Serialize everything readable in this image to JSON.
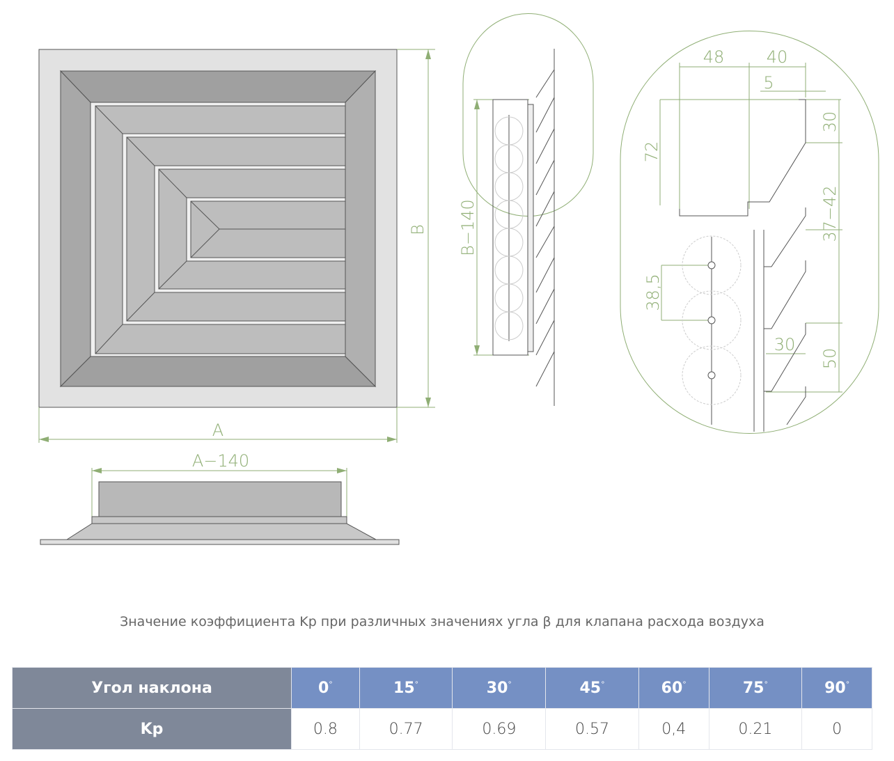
{
  "drawing": {
    "front_view": {
      "width_label": "A",
      "height_label": "B"
    },
    "section_view": {
      "width_label": "A−140"
    },
    "side_view": {
      "height_label": "B−140"
    },
    "detail": {
      "dims": [
        "48",
        "40",
        "5",
        "72",
        "30",
        "37−42",
        "38,5",
        "30",
        "50"
      ]
    }
  },
  "caption": "Значение коэффициента Kp при различных значениях угла β для клапана расхода воздуха",
  "table": {
    "row_labels": [
      "Угол наклона",
      "Kp"
    ],
    "angles": [
      "0",
      "15",
      "30",
      "45",
      "60",
      "75",
      "90"
    ],
    "degree": "°",
    "kp": [
      "0.8",
      "0.77",
      "0.69",
      "0.57",
      "0,4",
      "0.21",
      "0"
    ]
  },
  "colors": {
    "header": "#7590c4",
    "label_col": "#7f8899",
    "dimension": "#8fae74"
  }
}
